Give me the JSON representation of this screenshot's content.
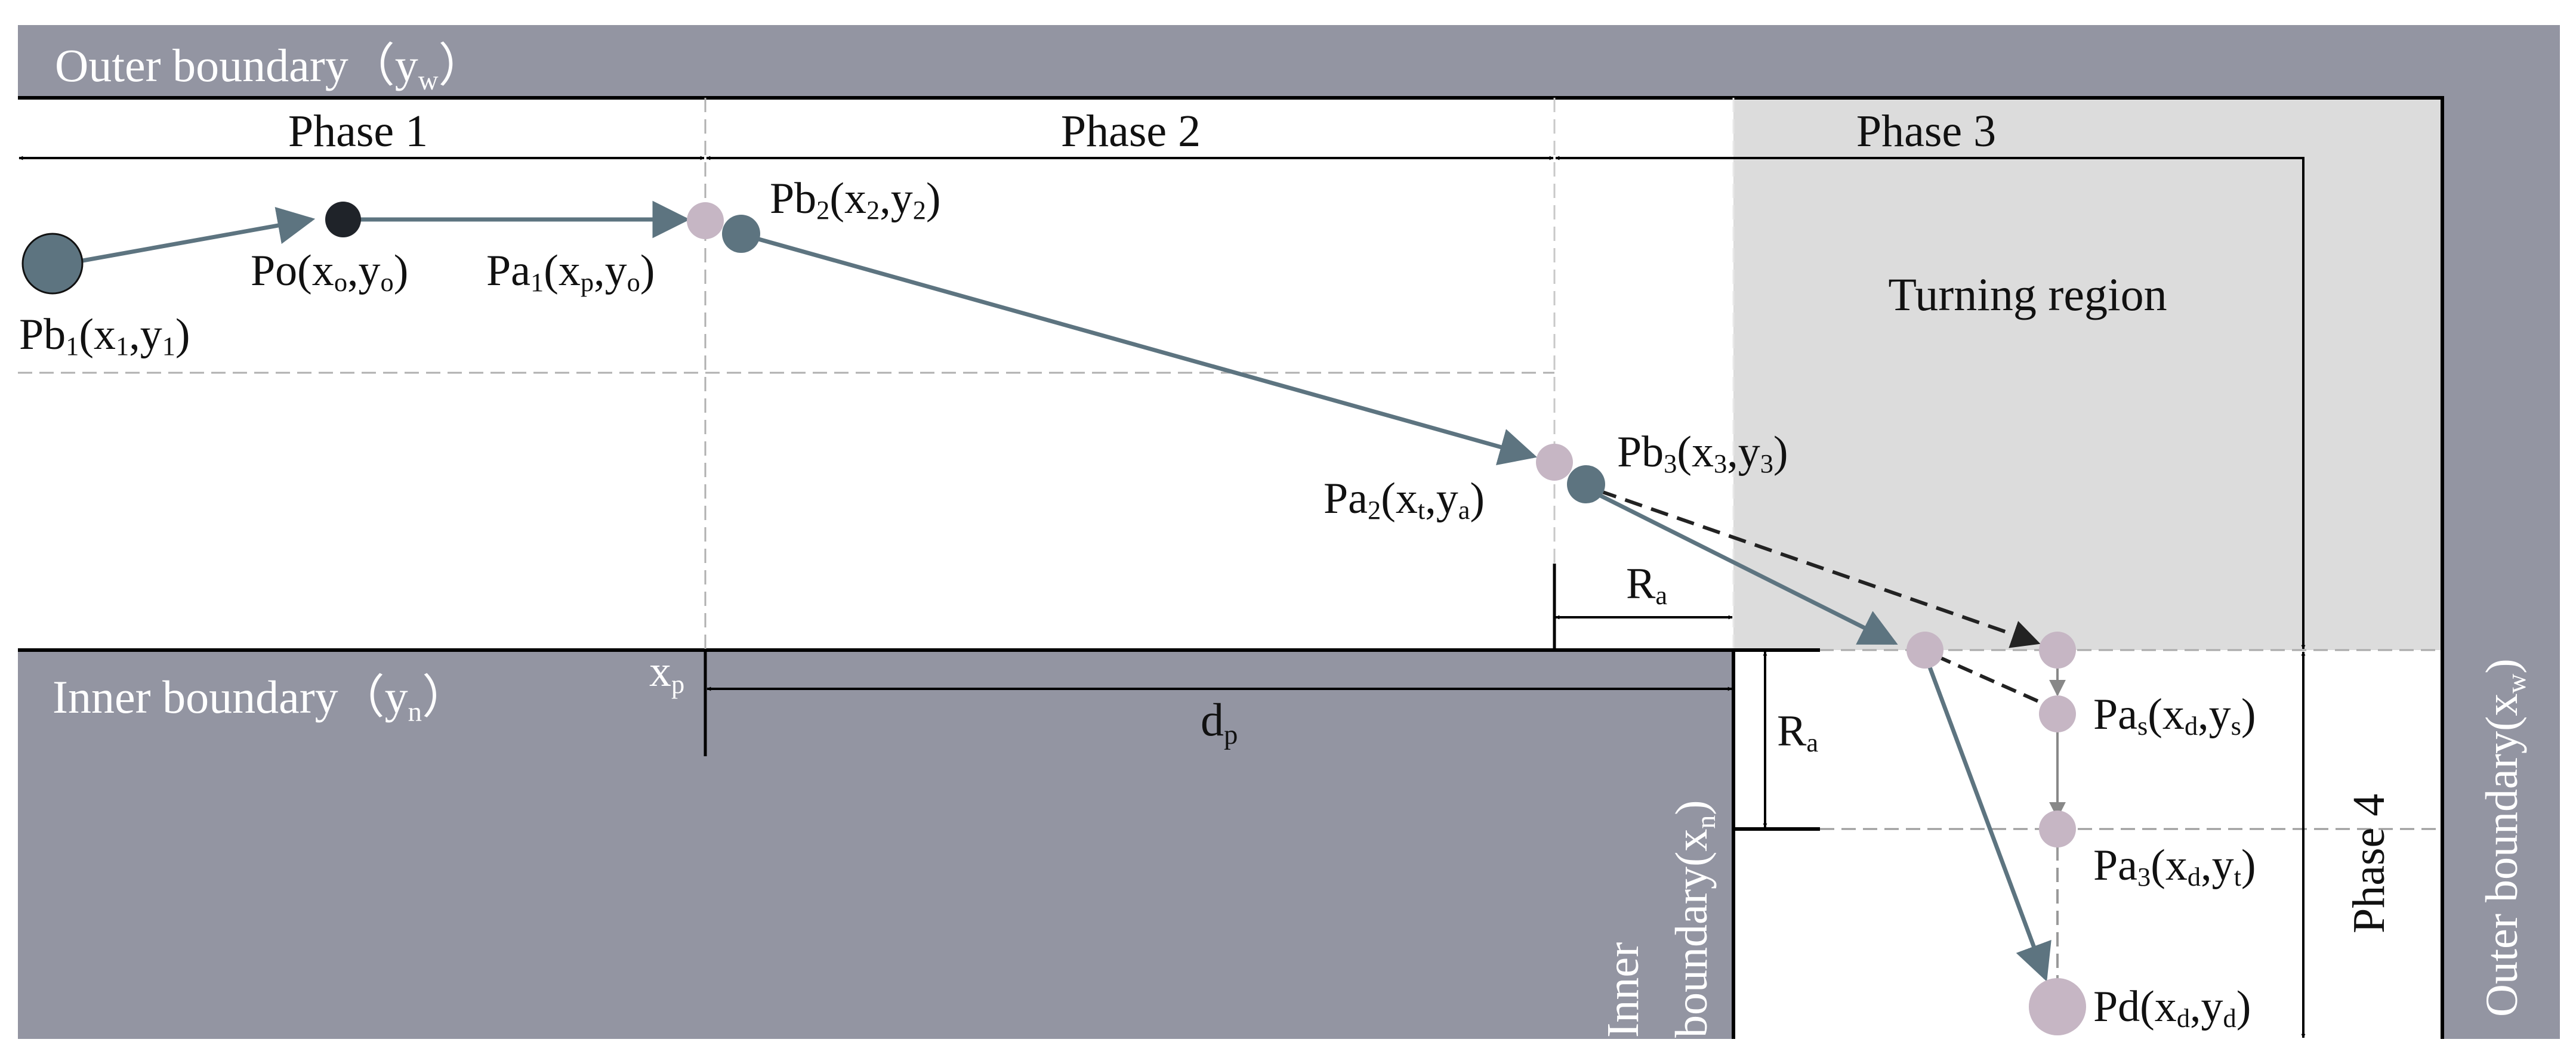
{
  "colors": {
    "boundary_fill": "#9395a2",
    "turning_fill": "#dcdcdc",
    "agent_b": "#5d7480",
    "agent_a": "#c6b6c4",
    "origin": "#1f2329",
    "arrow": "#5d7480",
    "dashed": "#222222",
    "guide": "#b5b5b5"
  },
  "boundaries": {
    "outer_top": {
      "text": "Outer boundary（y",
      "sub": "w",
      "tail": "）"
    },
    "inner_bottom": {
      "text": "Inner boundary（y",
      "sub": "n",
      "tail": "）"
    },
    "inner_vertical": {
      "line1": "Inner",
      "line2_text": "boundary(x",
      "line2_sub": "n",
      "line2_tail": ")"
    },
    "outer_right": {
      "text": "Outer boundary(x",
      "sub": "w",
      "tail": ")"
    }
  },
  "phases": [
    "Phase 1",
    "Phase 2",
    "Phase 3",
    "Phase 4"
  ],
  "region_label": "Turning region",
  "dimensions": {
    "ra": {
      "main": "R",
      "sub": "a"
    },
    "dp": {
      "main": "d",
      "sub": "p"
    },
    "xp": {
      "main": "x",
      "sub": "p"
    }
  },
  "points": {
    "pb1": {
      "main": "Pb",
      "sub1": "1",
      "mid": "(x",
      "sub2": "1",
      "mid2": ",y",
      "sub3": "1",
      "end": ")"
    },
    "po": {
      "main": "Po",
      "sub1": "",
      "mid": "(x",
      "sub2": "o",
      "mid2": ",y",
      "sub3": "o",
      "end": ")"
    },
    "pa1": {
      "main": "Pa",
      "sub1": "1",
      "mid": "(x",
      "sub2": "p",
      "mid2": ",y",
      "sub3": "o",
      "end": ")"
    },
    "pb2": {
      "main": "Pb",
      "sub1": "2",
      "mid": "(x",
      "sub2": "2",
      "mid2": ",y",
      "sub3": "2",
      "end": ")"
    },
    "pa2": {
      "main": "Pa",
      "sub1": "2",
      "mid": "(x",
      "sub2": "t",
      "mid2": ",y",
      "sub3": "a",
      "end": ")"
    },
    "pb3": {
      "main": "Pb",
      "sub1": "3",
      "mid": "(x",
      "sub2": "3",
      "mid2": ",y",
      "sub3": "3",
      "end": ")"
    },
    "pas": {
      "main": "Pa",
      "sub1": "s",
      "mid": "(x",
      "sub2": "d",
      "mid2": ",y",
      "sub3": "s",
      "end": ")"
    },
    "pa3": {
      "main": "Pa",
      "sub1": "3",
      "mid": "(x",
      "sub2": "d",
      "mid2": ",y",
      "sub3": "t",
      "end": ")"
    },
    "pd": {
      "main": "Pd",
      "sub1": "",
      "mid": "(x",
      "sub2": "d",
      "mid2": ",y",
      "sub3": "d",
      "end": ")"
    }
  }
}
